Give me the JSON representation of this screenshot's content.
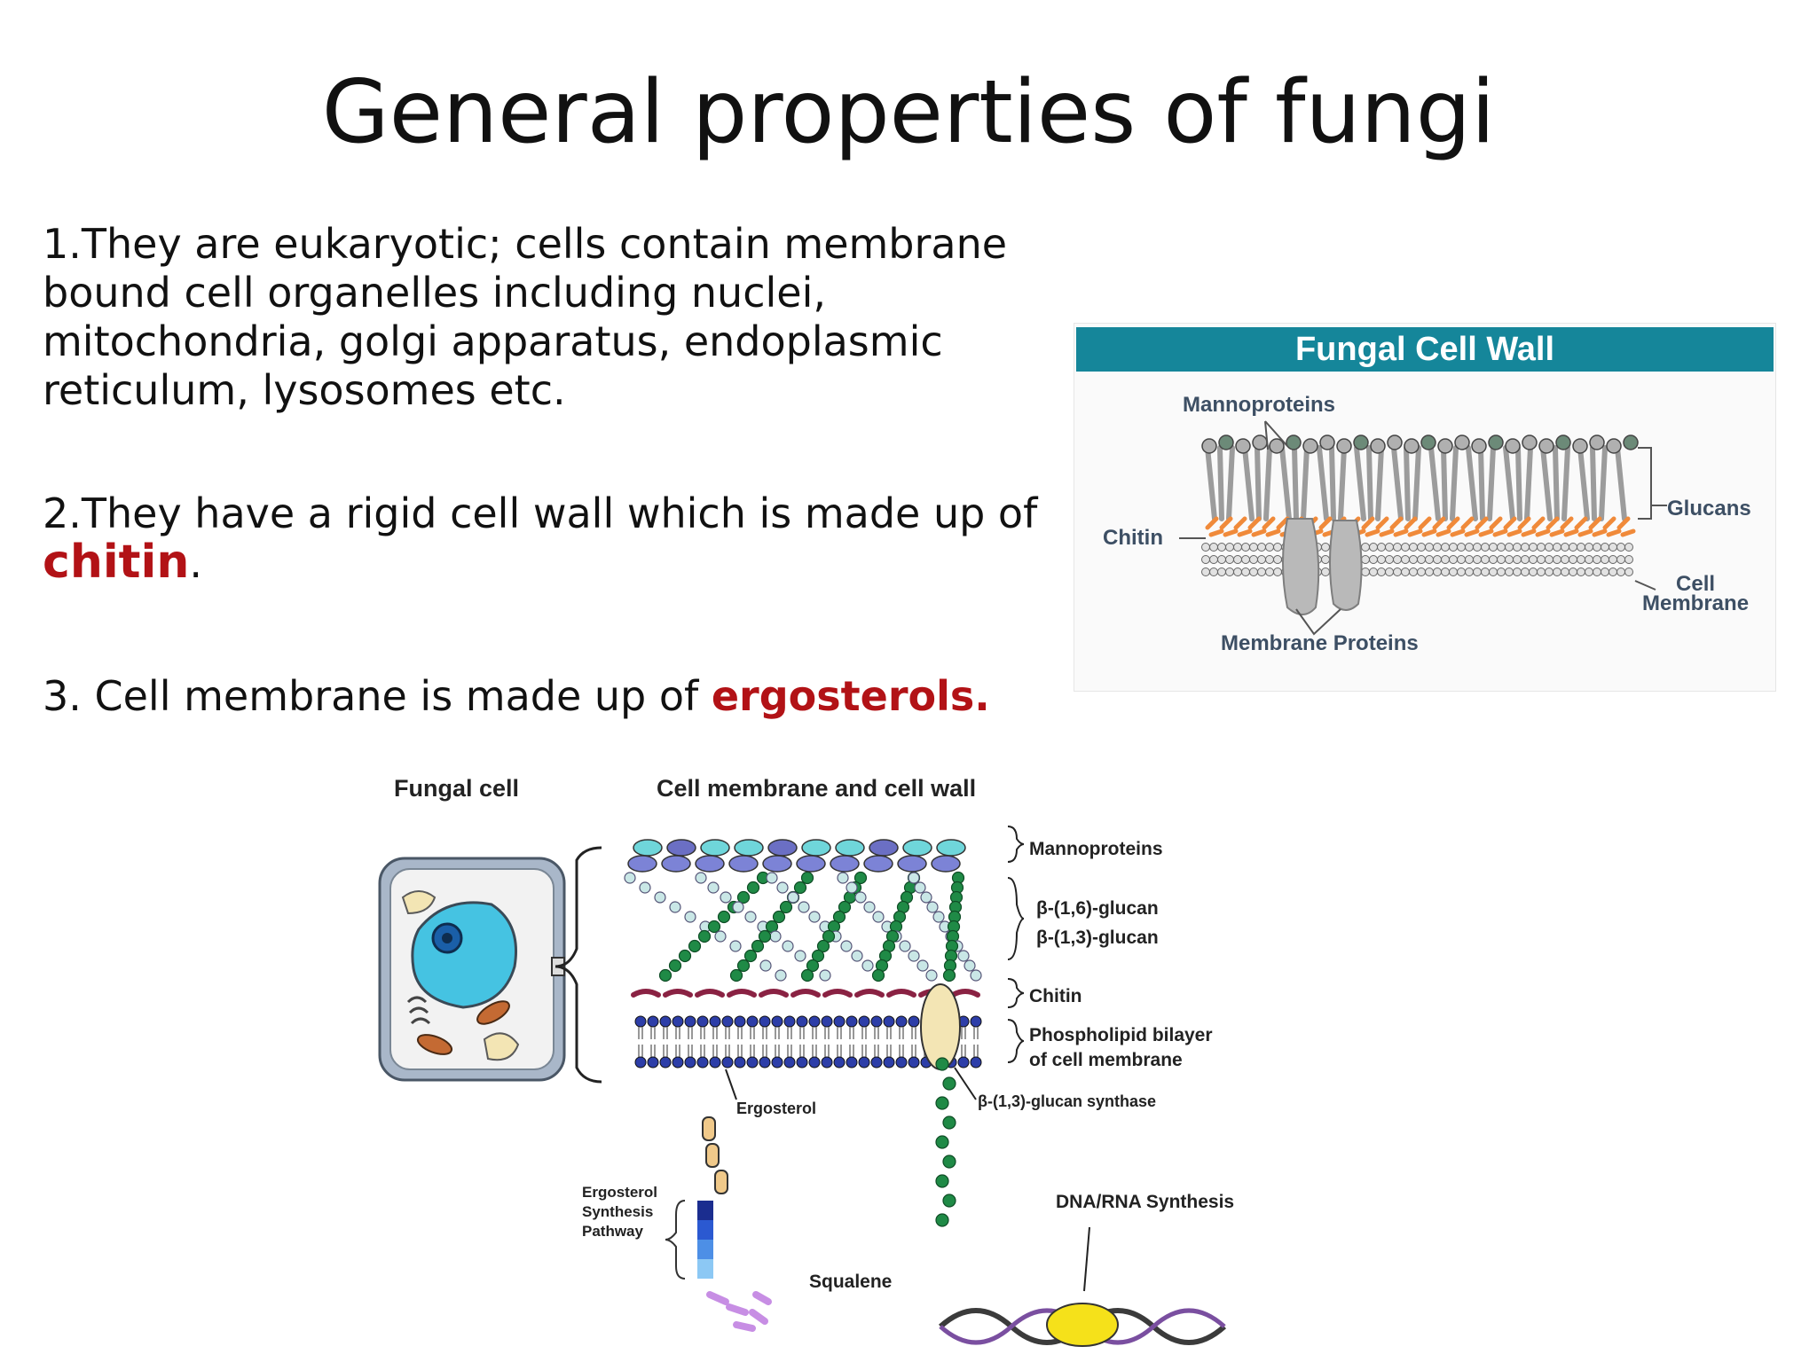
{
  "slide": {
    "title": "General properties of fungi",
    "point1": "1.They are eukaryotic;  cells contain membrane bound cell organelles including nuclei, mitochondria, golgi apparatus, endoplasmic reticulum, lysosomes etc.",
    "point2_prefix": "2.They have a rigid cell wall which is made up of ",
    "point2_highlight": "chitin",
    "point2_suffix": ".",
    "point3_prefix": "3. Cell membrane is made up of  ",
    "point3_highlight": "ergosterols.",
    "highlight_color": "#b21216"
  },
  "wall_figure": {
    "title": "Fungal Cell Wall",
    "header_color": "#15869a",
    "labels": {
      "mannoproteins": "Mannoproteins",
      "glucans": "Glucans",
      "chitin": "Chitin",
      "cell_membrane_line1": "Cell",
      "cell_membrane_line2": "Membrane",
      "membrane_proteins": "Membrane Proteins"
    }
  },
  "cell_figure": {
    "labels": {
      "fungal_cell": "Fungal cell",
      "cell_membrane_and_wall": "Cell membrane and cell wall",
      "mannoproteins": "Mannoproteins",
      "beta16": "β-(1,6)-glucan",
      "beta13": "β-(1,3)-glucan",
      "chitin": "Chitin",
      "phospholipid_line1": "Phospholipid bilayer",
      "phospholipid_line2": "of cell membrane",
      "ergosterol": "Ergosterol",
      "glucan_synthase": "β-(1,3)-glucan synthase",
      "ergosterol_path_line1": "Ergosterol",
      "ergosterol_path_line2": "Synthesis",
      "ergosterol_path_line3": "Pathway",
      "dna_rna": "DNA/RNA Synthesis",
      "squalene": "Squalene"
    }
  }
}
